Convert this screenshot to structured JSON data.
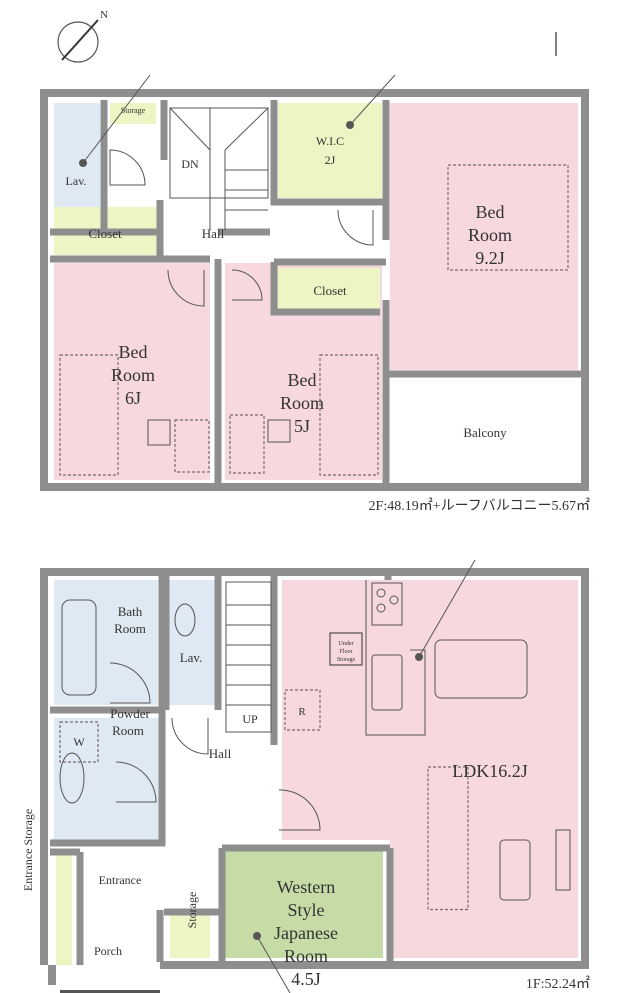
{
  "colors": {
    "bedroom": "#f6d8de",
    "storage": "#eef5c4",
    "wet_area": "#dfe9f4",
    "japanese_room": "#c6dca6",
    "wall": "#8e8e8e"
  },
  "floor2": {
    "lav": "Lav.",
    "storage": "Storage",
    "stairs": "DN",
    "wic": [
      "W.I.C",
      "2J"
    ],
    "hall": "Hall",
    "closet_left": "Closet",
    "closet_right": "Closet",
    "bedroom_main": [
      "Bed",
      "Room",
      "9.2J"
    ],
    "bedroom_6": [
      "Bed",
      "Room",
      "6J"
    ],
    "bedroom_5": [
      "Bed",
      "Room",
      "5J"
    ],
    "balcony": "Balcony",
    "caption": "2F:48.19㎡+ルーフバルコニー5.67㎡"
  },
  "floor1": {
    "bath": [
      "Bath",
      "Room"
    ],
    "lav": "Lav.",
    "stairs": "UP",
    "powder": [
      "Powder",
      "Room"
    ],
    "washer": "W",
    "hall": "Hall",
    "under_floor": [
      "Under",
      "Floor",
      "Storage"
    ],
    "fridge": "R",
    "ldk": "LDK16.2J",
    "japanese": [
      "Western",
      "Style",
      "Japanese",
      "Room",
      "4.5J"
    ],
    "storage": "Storage",
    "entrance_storage": "Entrance Storage",
    "entrance": "Entrance",
    "porch": "Porch",
    "caption": "1F:52.24㎡"
  },
  "compass": {
    "label": "N"
  }
}
